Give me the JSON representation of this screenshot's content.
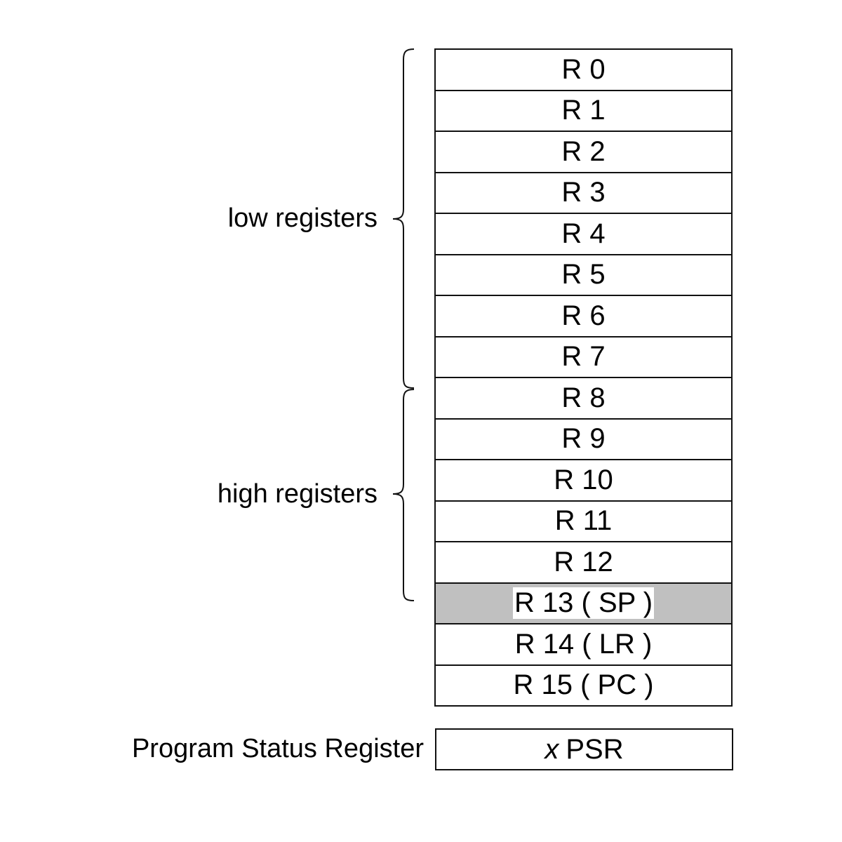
{
  "labels": {
    "low": "low registers",
    "high": "high registers",
    "status": "Program Status Register"
  },
  "registers": [
    {
      "label": "R 0"
    },
    {
      "label": "R 1"
    },
    {
      "label": "R 2"
    },
    {
      "label": "R 3"
    },
    {
      "label": "R 4"
    },
    {
      "label": "R 5"
    },
    {
      "label": "R 6"
    },
    {
      "label": "R 7"
    },
    {
      "label": "R 8"
    },
    {
      "label": "R 9"
    },
    {
      "label": "R 10"
    },
    {
      "label": "R 11"
    },
    {
      "label": "R 12"
    },
    {
      "label": "R 13 ( SP )",
      "highlighted": true
    },
    {
      "label": "R 14 ( LR )"
    },
    {
      "label": "R 15 ( PC )"
    }
  ],
  "psr": {
    "prefix": "x",
    "name": "PSR"
  },
  "colors": {
    "border": "#111111",
    "highlight": "#c0c0c0",
    "background": "#ffffff"
  }
}
